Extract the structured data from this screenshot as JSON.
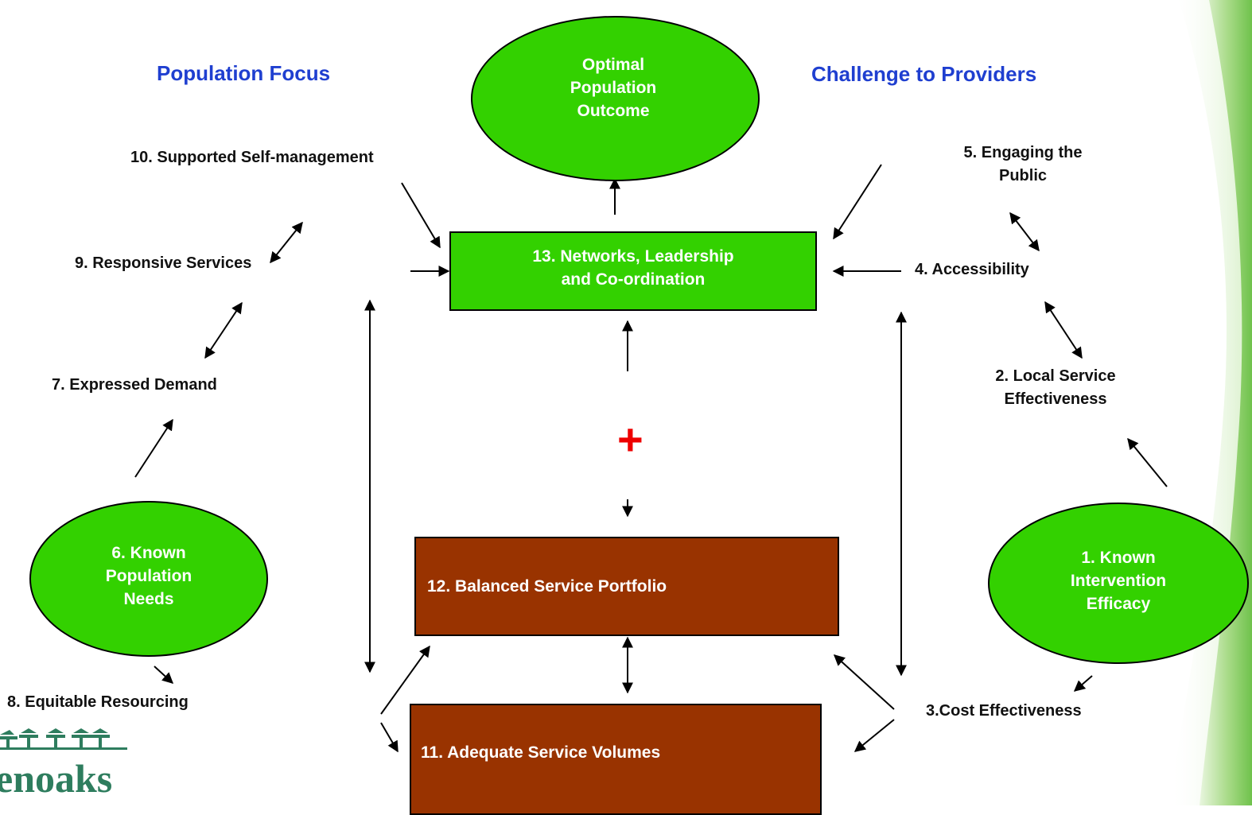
{
  "colors": {
    "green": "#33d100",
    "brown": "#993300",
    "heading_blue": "#1f3fd0",
    "plus_red": "#ee0000",
    "logo_green": "#2e7d5e"
  },
  "headings": {
    "left": "Population Focus",
    "right": "Challenge to Providers"
  },
  "nodes": {
    "optimal": "Optimal\nPopulation\nOutcome",
    "known_needs": "6. Known\nPopulation\nNeeds",
    "known_efficacy": "1. Known\nIntervention\nEfficacy",
    "networks": "13. Networks, Leadership\nand Co-ordination",
    "portfolio": "12. Balanced Service Portfolio",
    "volumes": "11. Adequate Service Volumes"
  },
  "labels": {
    "self_management": "10. Supported Self-management",
    "responsive": "9. Responsive Services",
    "expressed": "7. Expressed Demand",
    "equitable": "8. Equitable Resourcing",
    "engaging_l1": "5. Engaging the",
    "engaging_l2": "Public",
    "accessibility": "4. Accessibility",
    "local_l1": "2. Local Service",
    "local_l2": "Effectiveness",
    "cost": "3.Cost Effectiveness"
  },
  "plus": "+",
  "logo": {
    "text": "enoaks"
  }
}
